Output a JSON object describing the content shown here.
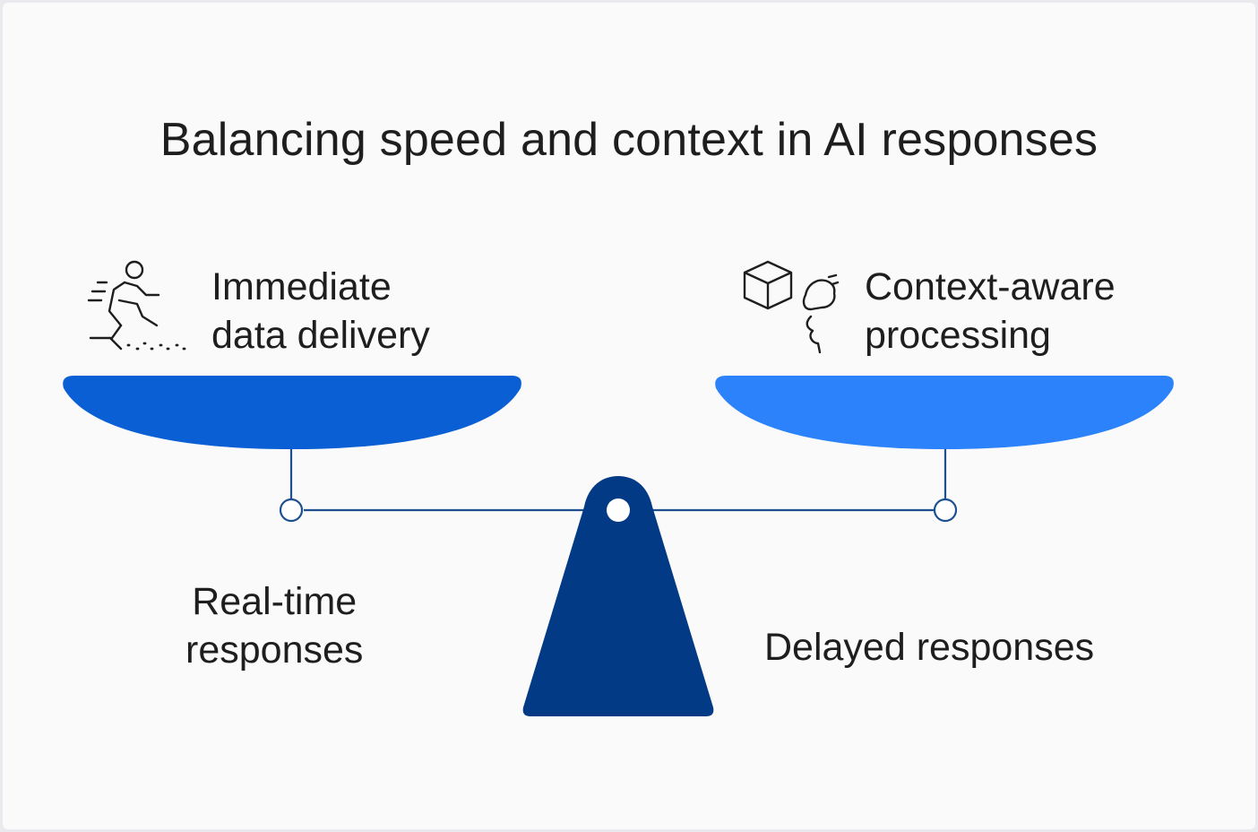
{
  "title": "Balancing speed and context in AI responses",
  "left": {
    "heading_line1": "Immediate",
    "heading_line2": "data delivery",
    "icon": "running-person-icon",
    "outcome_line1": "Real-time",
    "outcome_line2": "responses",
    "pan_color": "#0a5fd4"
  },
  "right": {
    "heading_line1": "Context-aware",
    "heading_line2": "processing",
    "icons": [
      "cube-icon",
      "brain-head-icon"
    ],
    "outcome": "Delayed responses",
    "pan_color": "#2b82fb"
  },
  "colors": {
    "fulcrum": "#023a86",
    "beam": "#1d4f91",
    "text": "#1e1e1e"
  }
}
